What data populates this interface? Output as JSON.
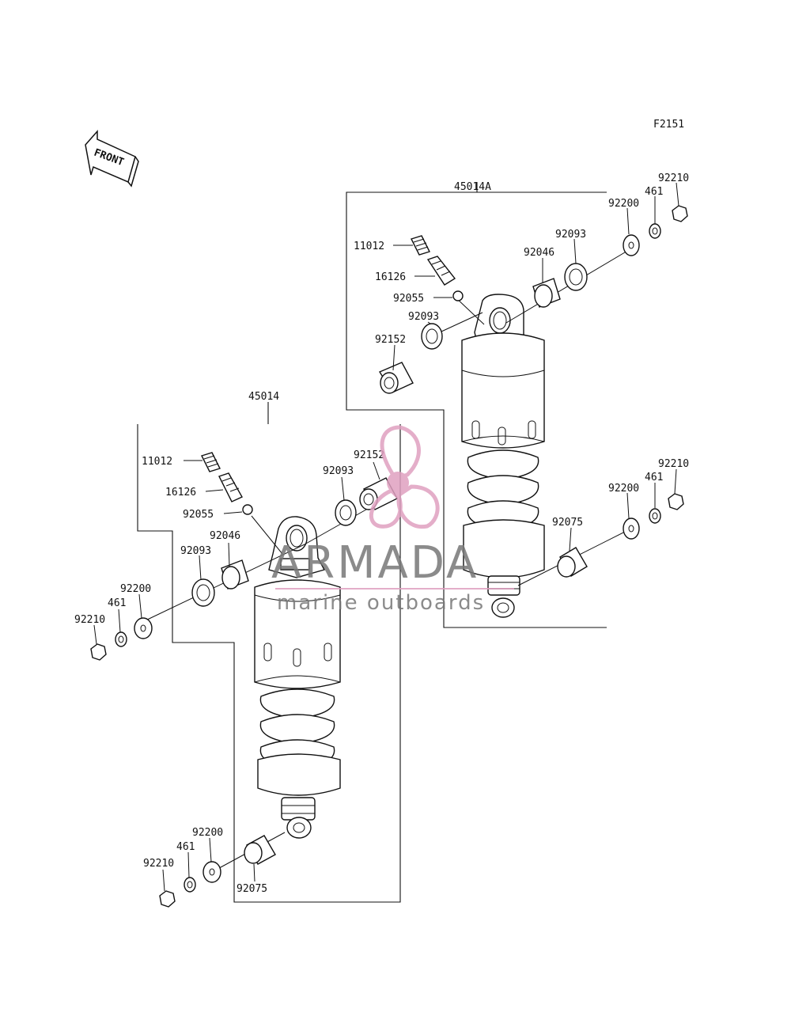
{
  "figure_code": "F2151",
  "front_label": "FRONT",
  "watermark": {
    "brand": "ARMADA",
    "tagline": "marine outboards",
    "accent_color": "#e0a0c0"
  },
  "assemblies": {
    "right": {
      "title": "45014A"
    },
    "left": {
      "title": "45014"
    }
  },
  "labels": {
    "r_92210_top": "92210",
    "r_461_top": "461",
    "r_92200_top": "92200",
    "r_92093_top": "92093",
    "r_92046": "92046",
    "r_11012": "11012",
    "r_16126": "16126",
    "r_92055": "92055",
    "r_92093_mid": "92093",
    "r_92152": "92152",
    "r_92210_bot": "92210",
    "r_461_bot": "461",
    "r_92200_bot": "92200",
    "r_92075": "92075",
    "l_11012": "11012",
    "l_16126": "16126",
    "l_92055": "92055",
    "l_92152": "92152",
    "l_92093_top": "92093",
    "l_92046": "92046",
    "l_92093_left": "92093",
    "l_92200_top": "92200",
    "l_461_top": "461",
    "l_92210_top": "92210",
    "l_92200_bot": "92200",
    "l_461_bot": "461",
    "l_92210_bot": "92210",
    "l_92075": "92075"
  }
}
